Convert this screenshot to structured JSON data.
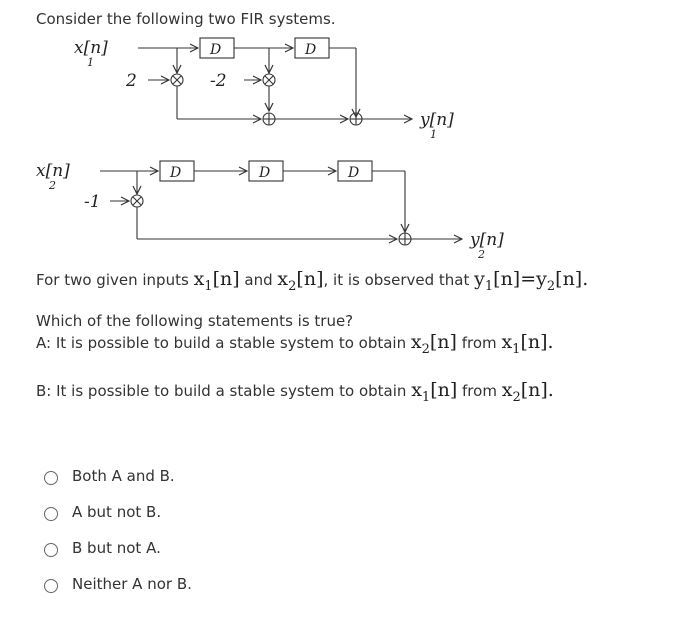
{
  "question": {
    "intro": "Consider the following two FIR systems.",
    "observation_prefix": "For two given inputs",
    "observation_and": "and",
    "observation_suffix": ", it is observed that",
    "prompt": "Which of the following statements is true?",
    "statement_a_text": "A: It is possible to build a stable system to obtain",
    "statement_b_text": "B: It is possible to build a stable system to obtain",
    "from_word": "from",
    "end_period": "."
  },
  "math": {
    "x1n": "x",
    "x2n": "x",
    "y1n": "y",
    "y2n": "y",
    "sub1": "1",
    "sub2": "2",
    "arg": "[n]",
    "equals": "="
  },
  "diagram": {
    "input1_label": "x[n]",
    "input1_sub": "1",
    "input2_label": "x[n]",
    "input2_sub": "2",
    "output1_label": "y[n]",
    "output1_sub": "1",
    "output2_label": "y[n]",
    "output2_sub": "2",
    "delay_label": "D",
    "gain1": "2",
    "gain2": "-2",
    "gain3": "-1"
  },
  "options": [
    {
      "label": "Both A and B."
    },
    {
      "label": "A but not B."
    },
    {
      "label": "B but not A."
    },
    {
      "label": "Neither A nor B."
    }
  ]
}
